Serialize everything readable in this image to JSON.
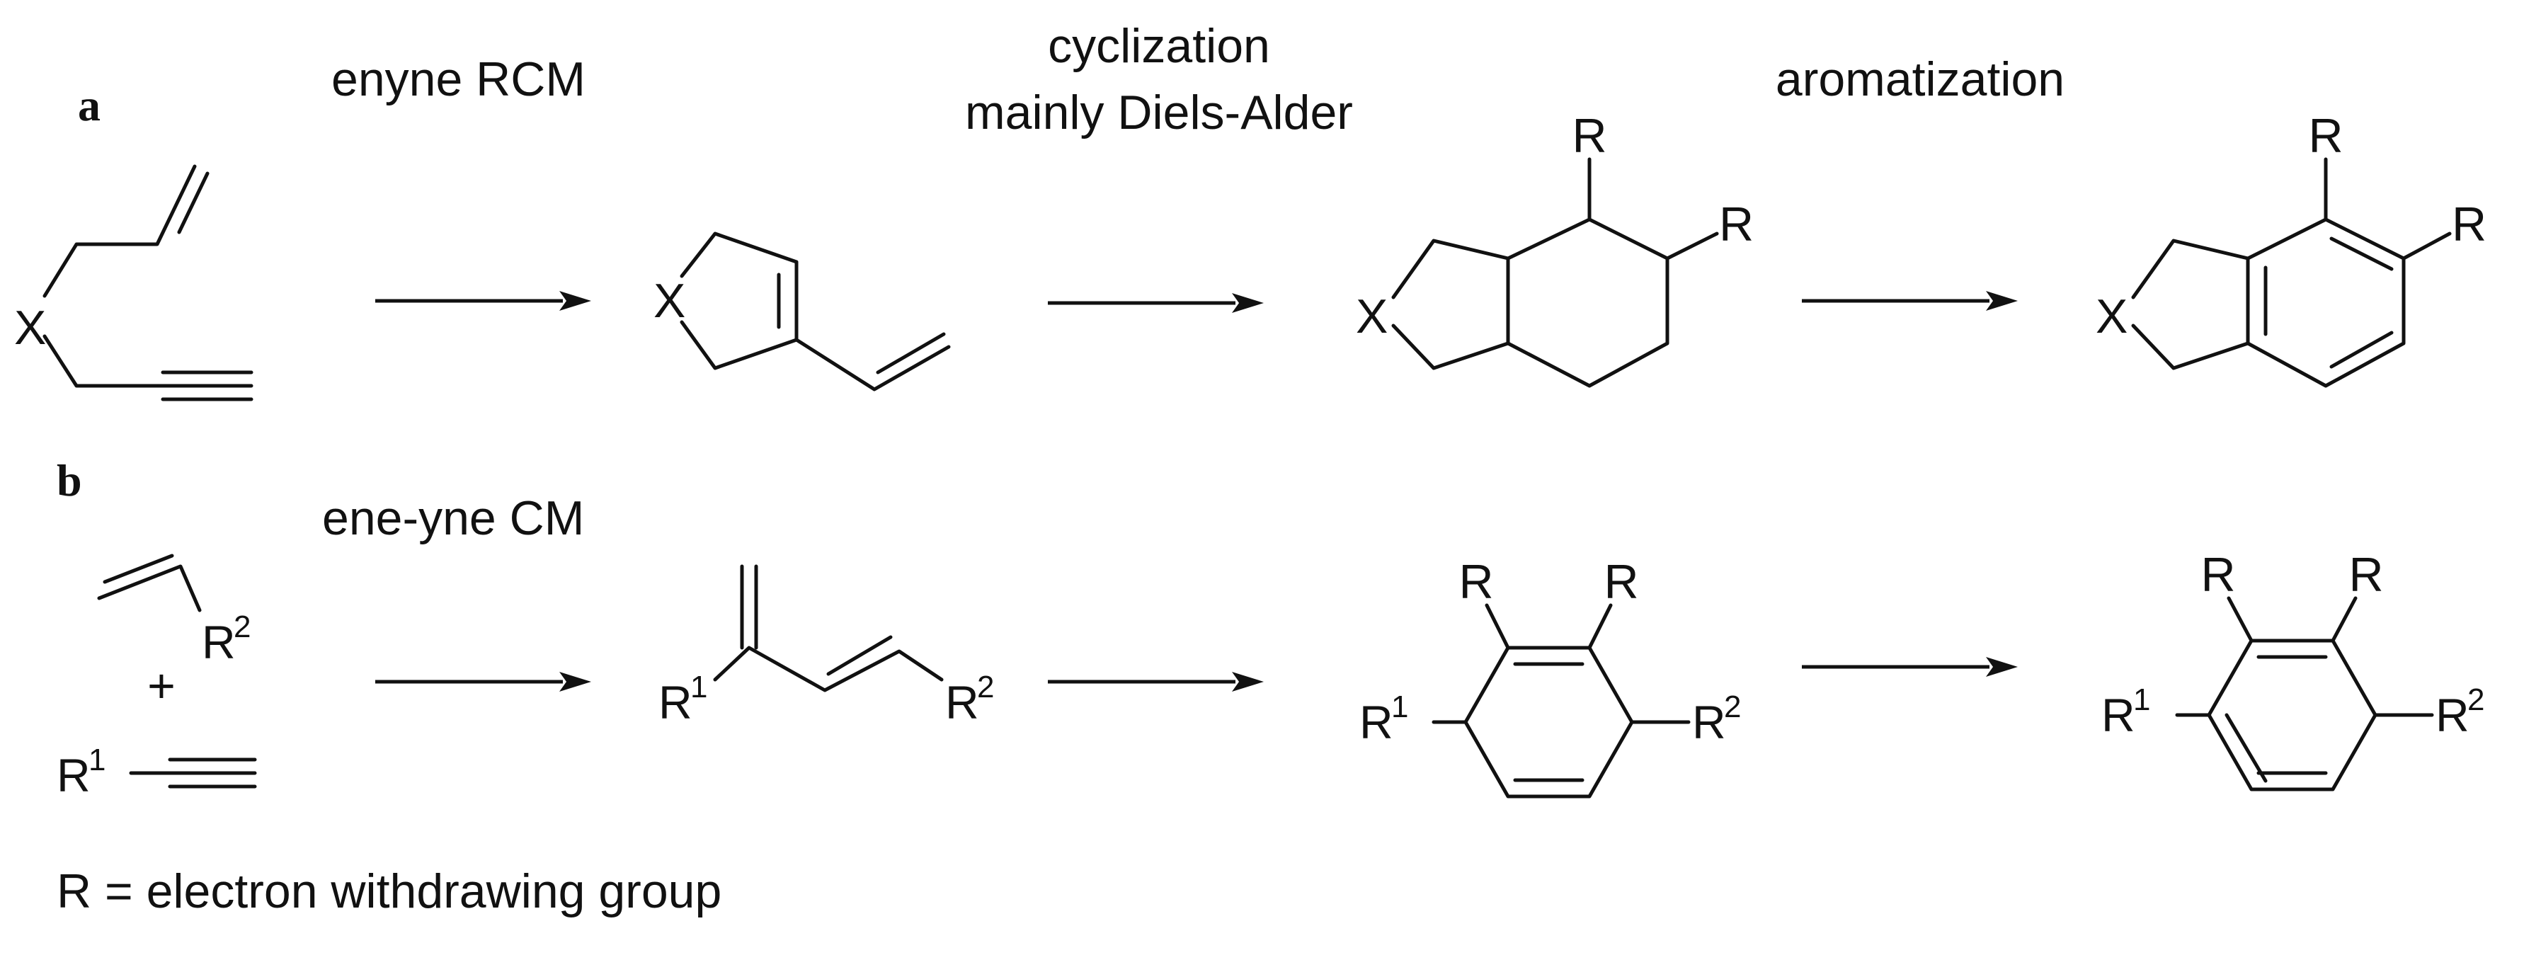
{
  "panels": {
    "a": {
      "tag": "a"
    },
    "b": {
      "tag": "b"
    }
  },
  "steps": {
    "enyne_rcm": "enyne RCM",
    "cyclization_line1": "cyclization",
    "cyclization_line2": "mainly Diels-Alder",
    "aromatization": "aromatization",
    "eneyne_cm": "ene-yne CM"
  },
  "atoms": {
    "X": "X",
    "R": "R",
    "R1_base": "R",
    "R1_sup": "1",
    "R2_base": "R",
    "R2_sup": "2",
    "plus": "+"
  },
  "footnote": "R = electron withdrawing group"
}
